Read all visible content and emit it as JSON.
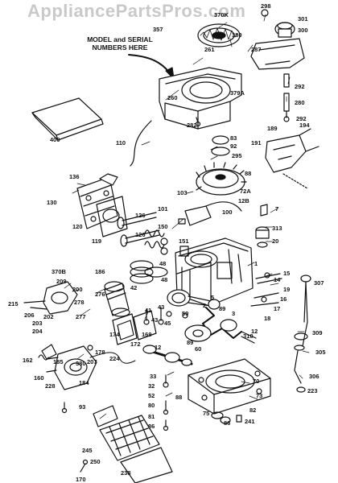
{
  "watermark": "AppliancePartsPros.com",
  "callout": {
    "line1": "MODEL and SERIAL",
    "line2": "NUMBERS HERE"
  },
  "part_labels": [
    "370K",
    "357",
    "261",
    "380",
    "287",
    "301",
    "300",
    "298",
    "260",
    "379A",
    "292",
    "280",
    "282",
    "400",
    "194",
    "189",
    "191",
    "83",
    "92",
    "295",
    "110",
    "136",
    "130",
    "103",
    "88",
    "72A",
    "7",
    "12B",
    "101",
    "100",
    "120",
    "119",
    "126",
    "313",
    "20",
    "150",
    "151",
    "48",
    "42",
    "186",
    "3",
    "1",
    "370B",
    "209",
    "200",
    "215",
    "206",
    "202",
    "203",
    "204",
    "278",
    "277",
    "15",
    "14",
    "19",
    "16",
    "17",
    "18",
    "174",
    "172",
    "169",
    "43",
    "41",
    "45",
    "5",
    "60",
    "89",
    "310",
    "307",
    "309",
    "305",
    "306",
    "223",
    "162",
    "160",
    "185",
    "228",
    "184",
    "207",
    "224",
    "33",
    "32",
    "52",
    "80",
    "86",
    "70",
    "73",
    "75",
    "82",
    "178",
    "238",
    "241",
    "245",
    "250",
    "81",
    "170",
    "50",
    "12"
  ]
}
